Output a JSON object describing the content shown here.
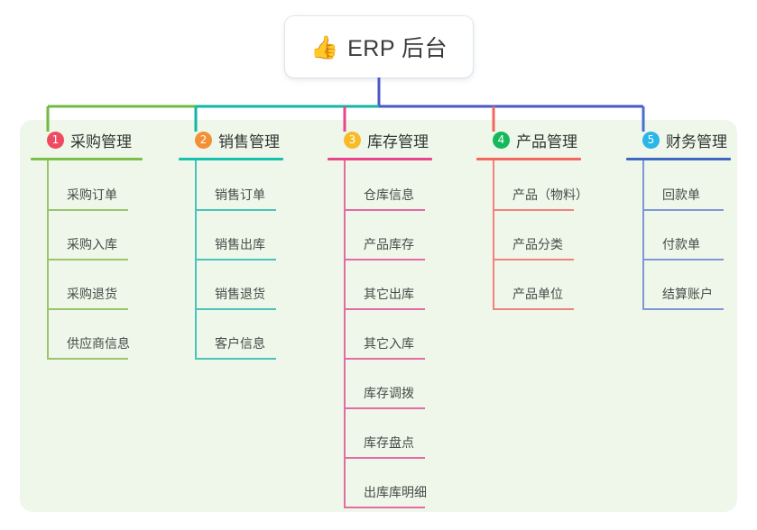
{
  "title": {
    "emoji": "👍",
    "emoji_name": "thumbs-up-icon",
    "text": "ERP 后台"
  },
  "theme": {
    "page_background": "#ffffff",
    "panel_background": "#eef7e9",
    "card_background": "#ffffff",
    "title_stem": "#4a57c8",
    "bus_green": "#7cb council"
  },
  "colors": {
    "bus_left_green": "#72b944",
    "bus_mid_teal": "#12b6a4",
    "bus_right_blue": "#4a57c8",
    "title_stem": "#4a57c8",
    "stub_1": "#72b944",
    "stub_2": "#12b6a4",
    "stub_3": "#e8458c",
    "stub_4": "#f4675f",
    "stub_5": "#4a6fd0"
  },
  "columns": [
    {
      "number": "1",
      "title": "采购管理",
      "badge_color": "#ef4a61",
      "rule_color": "#7cc04a",
      "line_color": "#9ac46e",
      "items": [
        "采购订单",
        "采购入库",
        "采购退货",
        "供应商信息"
      ]
    },
    {
      "number": "2",
      "title": "销售管理",
      "badge_color": "#f39035",
      "rule_color": "#16c1ad",
      "line_color": "#49c3bb",
      "items": [
        "销售订单",
        "销售出库",
        "销售退货",
        "客户信息"
      ]
    },
    {
      "number": "3",
      "title": "库存管理",
      "badge_color": "#f6bb27",
      "rule_color": "#e8458c",
      "line_color": "#e36ba6",
      "items": [
        "仓库信息",
        "产品库存",
        "其它出库",
        "其它入库",
        "库存调拨",
        "库存盘点",
        "出库库明细"
      ]
    },
    {
      "number": "4",
      "title": "产品管理",
      "badge_color": "#16b85c",
      "rule_color": "#f4675f",
      "line_color": "#f0837c",
      "items": [
        "产品（物料）",
        "产品分类",
        "产品单位"
      ]
    },
    {
      "number": "5",
      "title": "财务管理",
      "badge_color": "#29b6e8",
      "rule_color": "#3f68c4",
      "line_color": "#7f97d6",
      "items": [
        "回款单",
        "付款单",
        "结算账户"
      ]
    }
  ]
}
